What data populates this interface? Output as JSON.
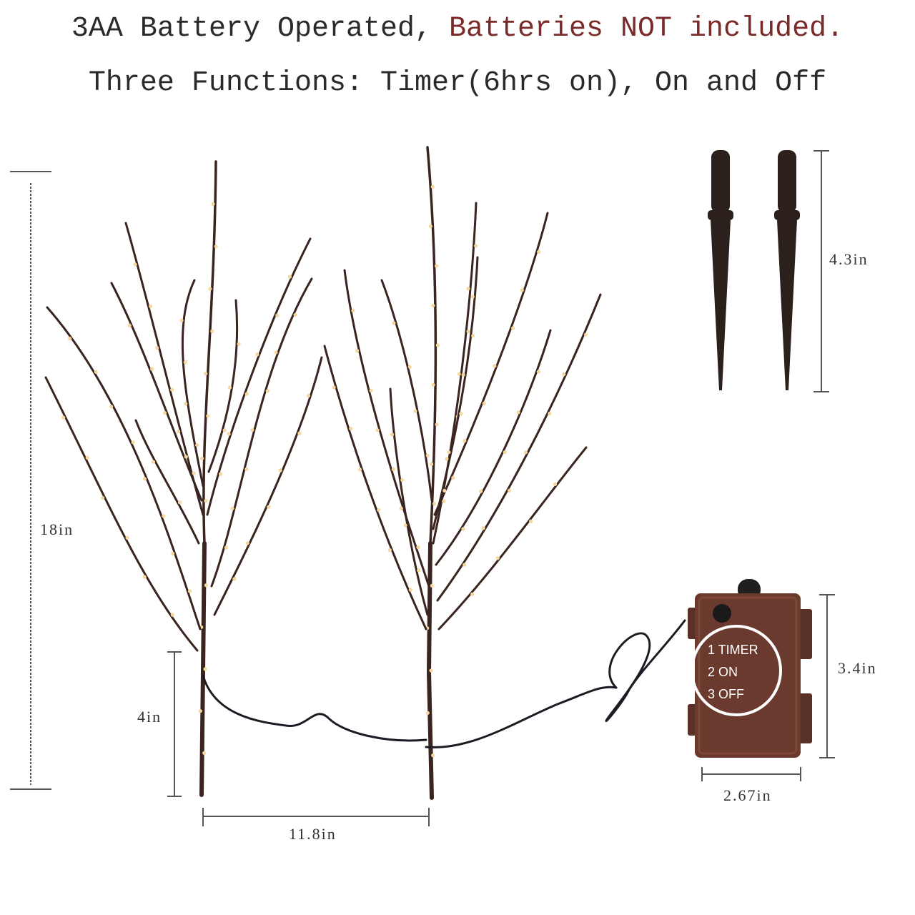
{
  "header": {
    "line1_prefix": "3AA Battery Operated, ",
    "line1_highlight": "Batteries NOT included.",
    "line2": "Three Functions: Timer(6hrs on), On and Off"
  },
  "dimensions": {
    "total_height": "18in",
    "stake_height": "4in",
    "tree_spacing": "11.8in",
    "spike_height": "4.3in",
    "box_height": "3.4in",
    "box_width": "2.67in"
  },
  "battery_box": {
    "buttons": [
      "1 TIMER",
      "2 ON",
      "3 OFF"
    ]
  },
  "colors": {
    "branch": "#3a2420",
    "bulb": "#f5d8a0",
    "box": "#6b3a2e",
    "spike": "#2b201c",
    "highlight_text": "#7a2a2a"
  }
}
